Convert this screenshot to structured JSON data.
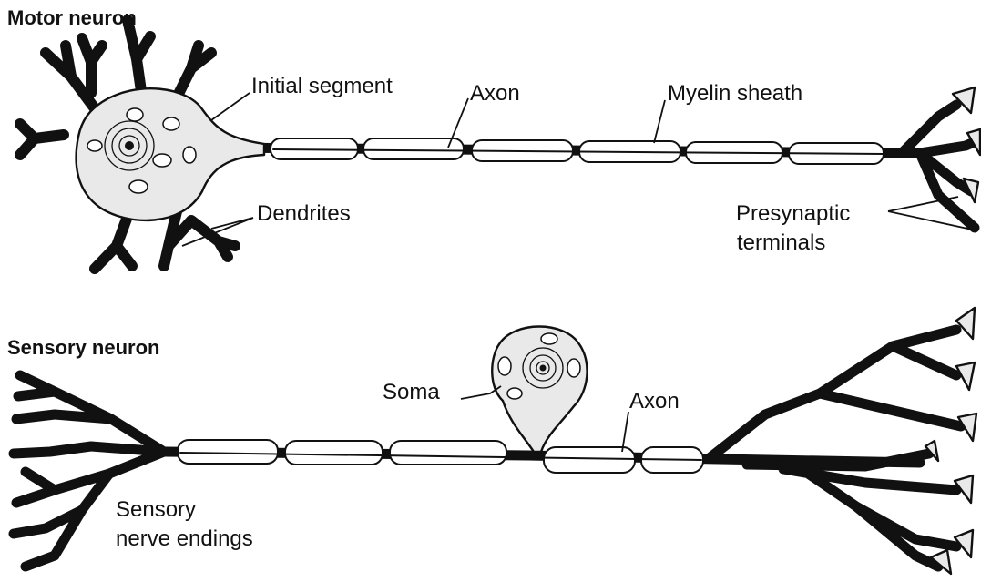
{
  "motor": {
    "title": "Motor neuron",
    "initial_segment": "Initial segment",
    "axon": "Axon",
    "myelin": "Myelin sheath",
    "dendrites": "Dendrites",
    "terminals_1": "Presynaptic",
    "terminals_2": "terminals"
  },
  "sensory": {
    "title": "Sensory neuron",
    "soma": "Soma",
    "axon": "Axon",
    "endings_1": "Sensory",
    "endings_2": "nerve endings"
  }
}
